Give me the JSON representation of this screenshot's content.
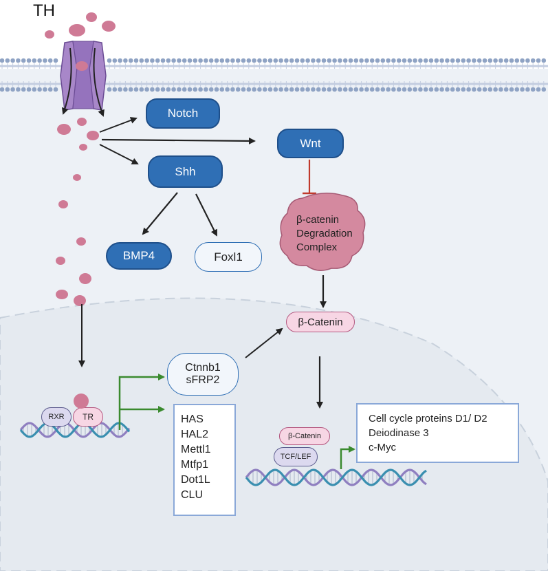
{
  "title": "TH",
  "nodes": {
    "notch": "Notch",
    "shh": "Shh",
    "wnt": "Wnt",
    "bmp4": "BMP4",
    "foxl1": "Foxl1",
    "degradation_complex": [
      "β-catenin",
      "Degradation",
      "Complex"
    ],
    "beta_catenin_cytoplasm": "β-Catenin",
    "ctnnb1_sfrp2": [
      "Ctnnb1",
      "sFRP2"
    ],
    "rxr": "RXR",
    "tr": "TR",
    "beta_catenin_nuclear": "β-Catenin",
    "tcf_lef": "TCF/LEF"
  },
  "target_genes_tr": [
    "HAS",
    "HAL2",
    "Mettl1",
    "Mtfp1",
    "Dot1L",
    "CLU"
  ],
  "target_genes_wnt": [
    "Cell cycle proteins D1/ D2",
    "Deiodinase 3",
    "c-Myc"
  ],
  "colors": {
    "cell_fill": "#edf1f6",
    "nucleus_fill": "#e7ecf1",
    "membrane_head": "#8fa3c4",
    "th_particle": "#cf7a95",
    "channel": "#a887c9",
    "pill_dark": "#2f6fb5",
    "inhibition": "#c0392b",
    "promoter_arrow": "#3a8a2e",
    "dna_strand_1": "#3a8fb0",
    "dna_strand_2": "#8f7fc0"
  },
  "icons": [
    "membrane",
    "th-transporter-channel",
    "th-particle",
    "dna-helix",
    "degradation-complex-blob",
    "inhibition-arrow",
    "promoter-arrow"
  ]
}
